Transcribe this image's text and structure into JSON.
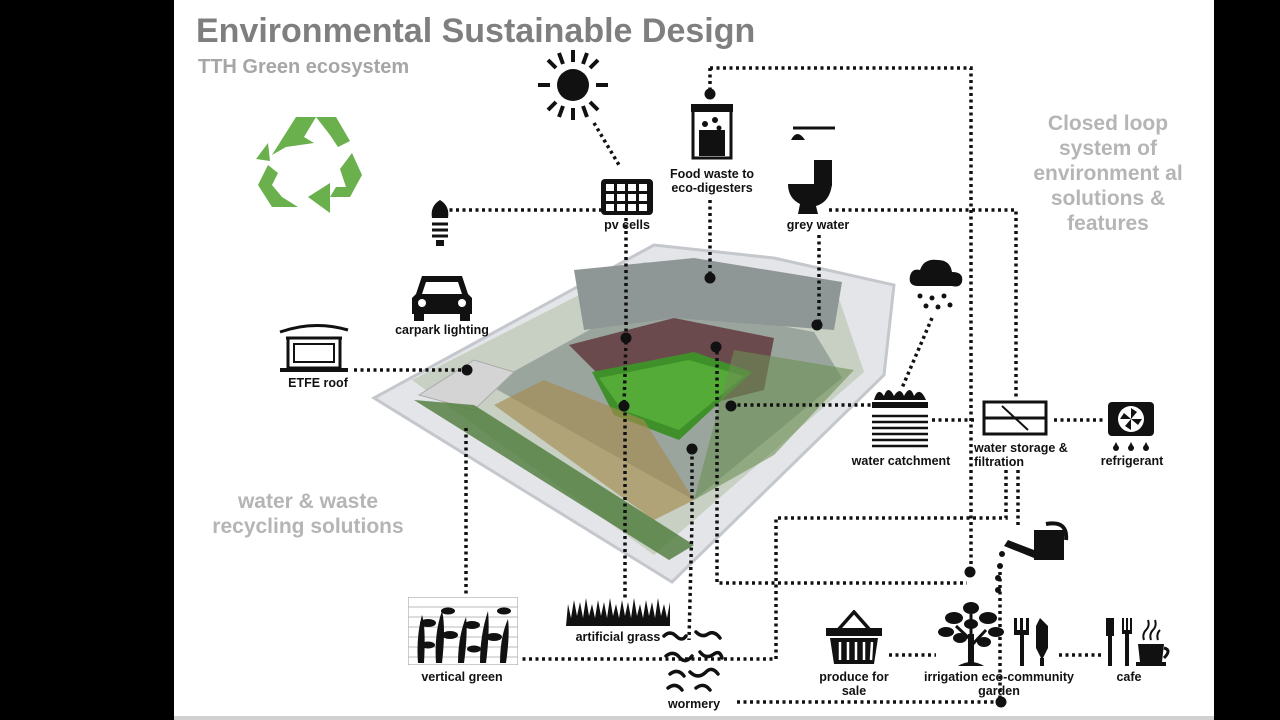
{
  "title": "Environmental Sustainable Design",
  "subtitle": "TTH Green ecosystem",
  "side_texts": {
    "closed_loop": "Closed loop system of environment al solutions & features",
    "recycling": "water & waste recycling solutions"
  },
  "labels": {
    "food_waste": "Food waste to eco-digesters",
    "pv_cells": "pv cells",
    "grey_water": "grey water",
    "carpark_lighting": "carpark lighting",
    "etfe_roof": "ETFE roof",
    "water_catchment": "water catchment",
    "water_storage": "water storage & filtration",
    "refrigerant": "refrigerant",
    "vertical_green": "vertical green",
    "artificial_grass": "artificial grass",
    "wormery": "wormery",
    "produce": "produce for sale",
    "irrigation": "irrigation eco-community garden",
    "cafe": "cafe"
  },
  "colors": {
    "heading": "#7f7f7f",
    "side_text": "#b5b5b5",
    "recycle_green": "#6ab04c",
    "line": "#111111"
  },
  "icons": [
    "recycle-icon",
    "sun-icon",
    "food-waste-bin-icon",
    "pv-panel-icon",
    "shower-icon",
    "toilet-icon",
    "lightbulb-icon",
    "car-icon",
    "etfe-roof-icon",
    "rain-cloud-icon",
    "water-catchment-icon",
    "water-tank-icon",
    "fan-icon",
    "watering-can-icon",
    "vertical-green-icon",
    "grass-icon",
    "worms-icon",
    "basket-icon",
    "tree-icon",
    "garden-tools-icon",
    "cup-icon"
  ]
}
